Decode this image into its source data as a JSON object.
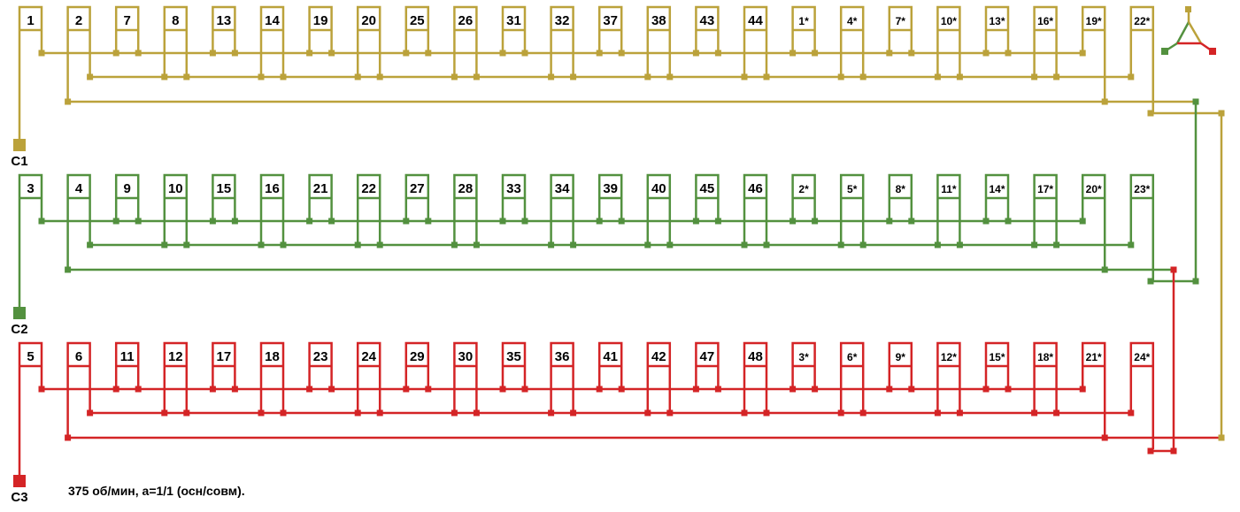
{
  "colors": {
    "phase1": "#bba23b",
    "phase2": "#53913f",
    "phase3": "#d42426"
  },
  "phases": [
    {
      "terminal": "C1",
      "color_key": "phase1",
      "slots": [
        "1",
        "2",
        "7",
        "8",
        "13",
        "14",
        "19",
        "20",
        "25",
        "26",
        "31",
        "32",
        "37",
        "38",
        "43",
        "44",
        "1*",
        "4*",
        "7*",
        "10*",
        "13*",
        "16*",
        "19*",
        "22*"
      ]
    },
    {
      "terminal": "C2",
      "color_key": "phase2",
      "slots": [
        "3",
        "4",
        "9",
        "10",
        "15",
        "16",
        "21",
        "22",
        "27",
        "28",
        "33",
        "34",
        "39",
        "40",
        "45",
        "46",
        "2*",
        "5*",
        "8*",
        "11*",
        "14*",
        "17*",
        "20*",
        "23*"
      ]
    },
    {
      "terminal": "C3",
      "color_key": "phase3",
      "slots": [
        "5",
        "6",
        "11",
        "12",
        "17",
        "18",
        "23",
        "24",
        "29",
        "30",
        "35",
        "36",
        "41",
        "42",
        "47",
        "48",
        "3*",
        "6*",
        "9*",
        "12*",
        "15*",
        "18*",
        "21*",
        "24*"
      ]
    }
  ],
  "legend": {
    "icon": "delta-connection-icon"
  },
  "note": "375 об/мин, а=1/1 (осн/совм)."
}
